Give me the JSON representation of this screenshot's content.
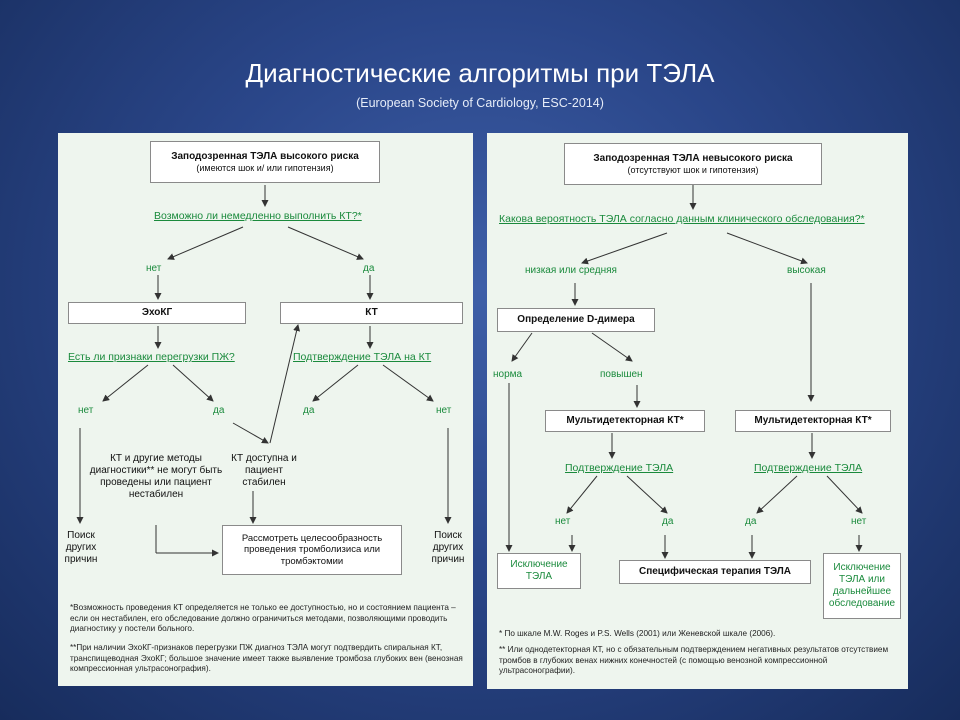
{
  "header": {
    "title": "Диагностические алгоритмы при ТЭЛА",
    "subtitle": "(European Society of Cardiology, ESC-2014)"
  },
  "left": {
    "start_title": "Заподозренная ТЭЛА высокого риска",
    "start_sub": "(имеются шок и/ или гипотензия)",
    "question1": "Возможно ли немедленно выполнить КТ?*",
    "no": "нет",
    "yes": "да",
    "echo": "ЭхоКГ",
    "ct": "КТ",
    "question2": "Есть ли признаки перегрузки ПЖ?",
    "question3": "Подтверждение ТЭЛА на КТ",
    "no2": "нет",
    "yes2": "да",
    "yes3": "да",
    "no3": "нет",
    "other_methods": "КТ и другие методы диагностики** не могут быть проведены или пациент нестабилен",
    "ct_available": "КТ доступна и пациент стабилен",
    "search_left": "Поиск других причин",
    "search_right": "Поиск других причин",
    "thrombolysis": "Рассмотреть целесообразность проведения тромболизиса или тромбэктомии",
    "note1": "*Возможность проведения КТ определяется не только ее доступностью, но и состоянием пациента – если он нестабилен, его обследование должно ограничиться методами, позволяющими проводить диагностику у постели больного.",
    "note2": "**При наличии ЭхоКГ-признаков перегрузки ПЖ диагноз ТЭЛА могут подтвердить спиральная КТ, транспищеводная ЭхоКГ; большое значение имеет также выявление тромбоза глубоких вен (венозная компрессионная ультрасонография)."
  },
  "right": {
    "start_title": "Заподозренная ТЭЛА невысокого риска",
    "start_sub": "(отсутствуют шок и гипотензия)",
    "question1": "Какова вероятность ТЭЛА согласно данным клинического обследования?*",
    "low_mid": "низкая или средняя",
    "high": "высокая",
    "ddimer": "Определение D-димера",
    "normal": "норма",
    "elevated": "повышен",
    "mdct1": "Мультидетекторная КТ*",
    "mdct2": "Мультидетекторная КТ*",
    "confirm1": "Подтверждение ТЭЛА",
    "confirm2": "Подтверждение ТЭЛА",
    "no1": "нет",
    "yes1": "да",
    "yes2": "да",
    "no2": "нет",
    "exclusion1": "Исключение ТЭЛА",
    "therapy": "Специфическая терапия ТЭЛА",
    "exclusion2": "Исключение ТЭЛА или дальнейшее обследование",
    "note1": "* По шкале M.W. Roges и P.S. Wells (2001) или Женевской шкале (2006).",
    "note2": "** Или однодетекторная КТ, но с обязательным подтверждением негативных результатов отсутствием тромбов в глубоких венах нижних конечностей (с помощью венозной компрессионной ультрасонографии)."
  }
}
